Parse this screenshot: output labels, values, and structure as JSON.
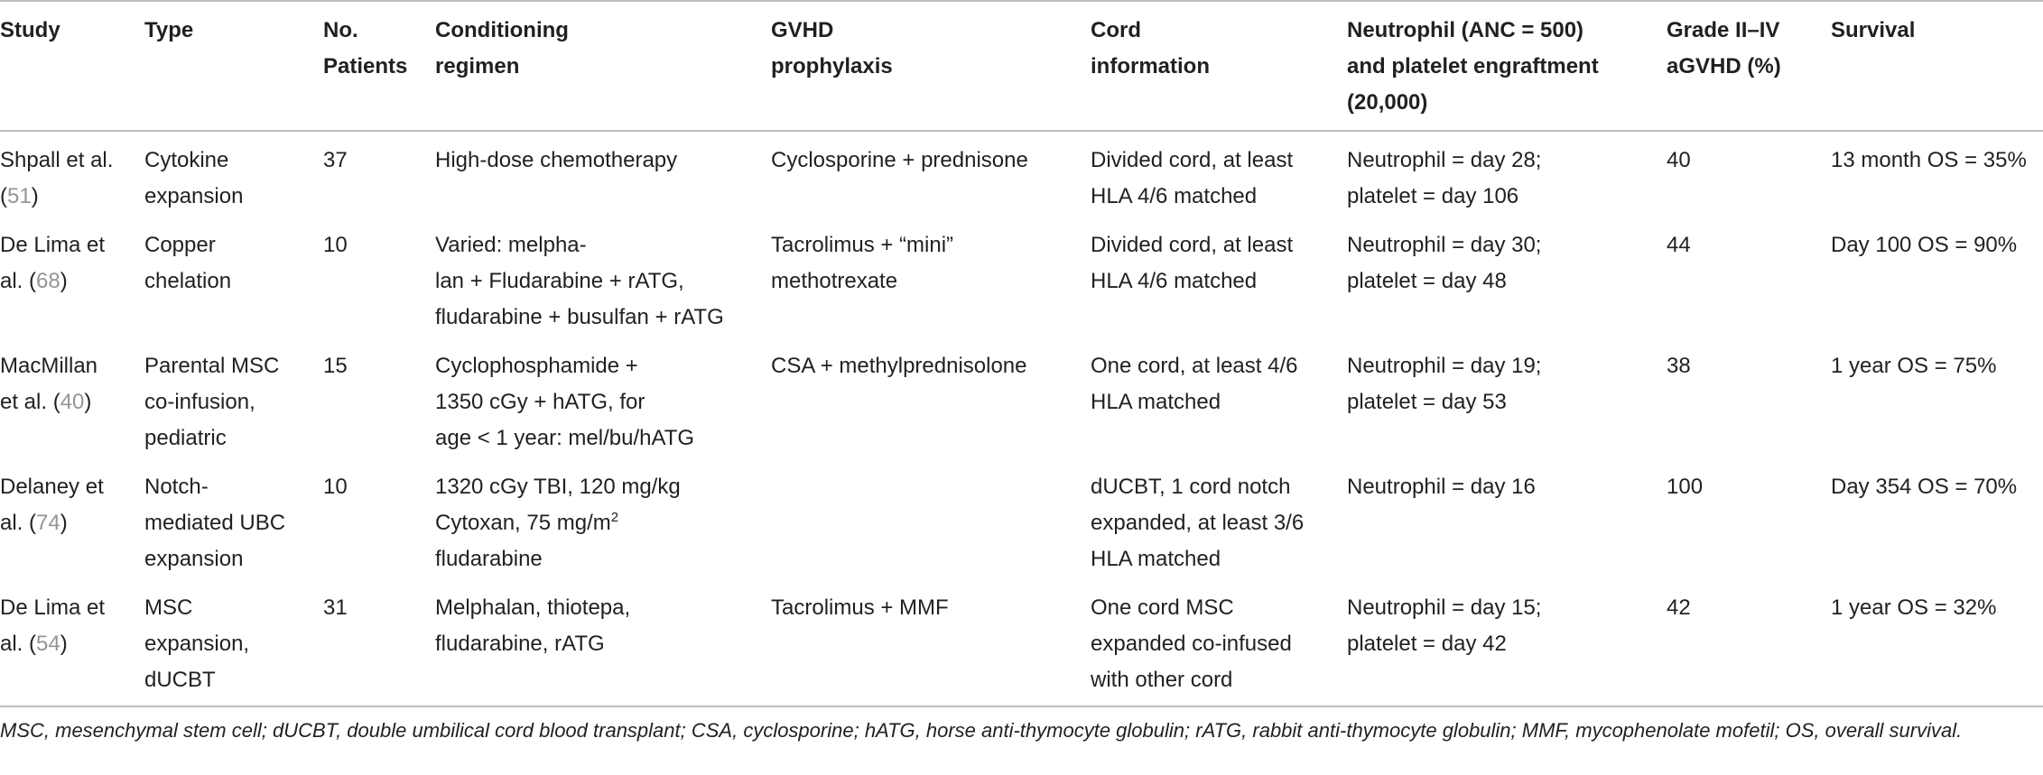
{
  "headers": [
    "Study",
    "Type",
    "No.\nPatients",
    "Conditioning\nregimen",
    "GVHD\nprophylaxis",
    "Cord\ninformation",
    "Neutrophil (ANC = 500)\nand platelet engraftment\n(20,000)",
    "Grade II–IV\naGVHD (%)",
    "Survival"
  ],
  "rows": [
    {
      "study_pre": "Shpall et al.\n(",
      "ref": "51",
      "study_post": ")",
      "type": "Cytokine\nexpansion",
      "patients": "37",
      "conditioning": "High-dose chemotherapy",
      "gvhd": "Cyclosporine + prednisone",
      "cord": "Divided cord, at least\nHLA 4/6 matched",
      "engraftment": "Neutrophil = day 28;\nplatelet = day 106",
      "agvhd": "40",
      "survival": "13 month OS = 35%"
    },
    {
      "study_pre": "De Lima et\nal. (",
      "ref": "68",
      "study_post": ")",
      "type": "Copper\nchelation",
      "patients": "10",
      "conditioning": "Varied: melpha-\nlan + Fludarabine + rATG,\nfludarabine + busulfan + rATG",
      "gvhd": "Tacrolimus + “mini”\nmethotrexate",
      "cord": "Divided cord, at least\nHLA 4/6 matched",
      "engraftment": "Neutrophil = day 30;\nplatelet = day 48",
      "agvhd": "44",
      "survival": "Day 100 OS = 90%"
    },
    {
      "study_pre": "MacMillan\net al. (",
      "ref": "40",
      "study_post": ")",
      "type": "Parental MSC\nco-infusion,\npediatric",
      "patients": "15",
      "conditioning": "Cyclophosphamide +\n1350 cGy + hATG, for\nage < 1 year: mel/bu/hATG",
      "gvhd": "CSA + methylprednisolone",
      "cord": "One cord, at least 4/6\nHLA matched",
      "engraftment": "Neutrophil = day 19;\nplatelet = day 53",
      "agvhd": "38",
      "survival": "1 year OS = 75%"
    },
    {
      "study_pre": "Delaney et\nal. (",
      "ref": "74",
      "study_post": ")",
      "type": "Notch-\nmediated UBC\nexpansion",
      "patients": "10",
      "conditioning_pre": "1320 cGy TBI, 120 mg/kg\nCytoxan, 75 mg/m",
      "conditioning_sup": "2",
      "conditioning_post": "\nfludarabine",
      "gvhd": "",
      "cord": "dUCBT, 1 cord notch\nexpanded, at least 3/6\nHLA matched",
      "engraftment": "Neutrophil = day 16",
      "agvhd": "100",
      "survival": "Day 354 OS = 70%"
    },
    {
      "study_pre": "De Lima et\nal. (",
      "ref": "54",
      "study_post": ")",
      "type": "MSC\nexpansion,\ndUCBT",
      "patients": "31",
      "conditioning": "Melphalan, thiotepa,\nfludarabine, rATG",
      "gvhd": "Tacrolimus + MMF",
      "cord": "One cord MSC\nexpanded co-infused\nwith other cord",
      "engraftment": "Neutrophil = day 15;\nplatelet = day 42",
      "agvhd": "42",
      "survival": "1 year OS = 32%"
    }
  ],
  "footnote": "MSC, mesenchymal stem cell; dUCBT, double umbilical cord blood transplant; CSA, cyclosporine; hATG, horse anti-thymocyte globulin; rATG, rabbit anti-thymocyte globulin; MMF, mycophenolate mofetil; OS, overall survival.",
  "colors": {
    "text": "#231f20",
    "rule": "#bcbec0",
    "reference_link": "#939598"
  }
}
